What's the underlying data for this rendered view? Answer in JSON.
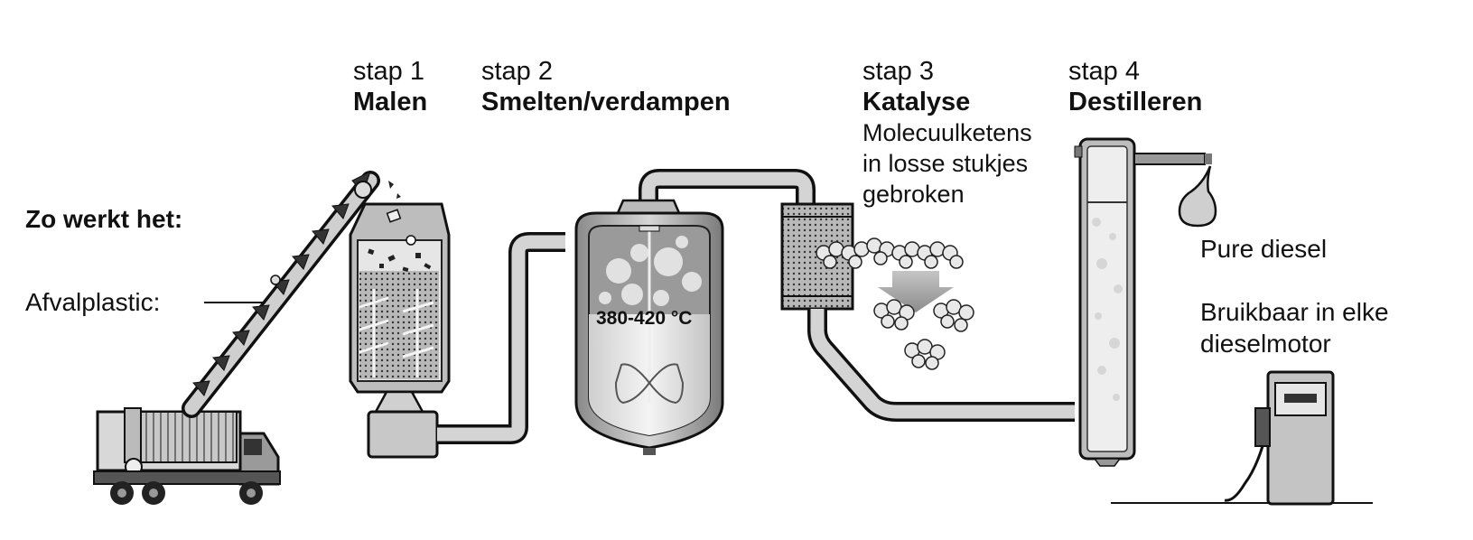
{
  "intro": {
    "heading": "Zo werkt het:",
    "input_label": "Afvalplastic:"
  },
  "steps": [
    {
      "number": "stap 1",
      "title": "Malen"
    },
    {
      "number": "stap 2",
      "title": "Smelten/verdampen"
    },
    {
      "number": "stap 3",
      "title": "Katalyse",
      "description": [
        "Molecuulketens",
        "in losse stukjes",
        "gebroken"
      ]
    },
    {
      "number": "stap 4",
      "title": "Destilleren"
    }
  ],
  "reactor": {
    "temperature_label": "380-420 °C"
  },
  "output": {
    "product": "Pure diesel",
    "usage": [
      "Bruikbaar in elke",
      "dieselmotor"
    ]
  }
}
